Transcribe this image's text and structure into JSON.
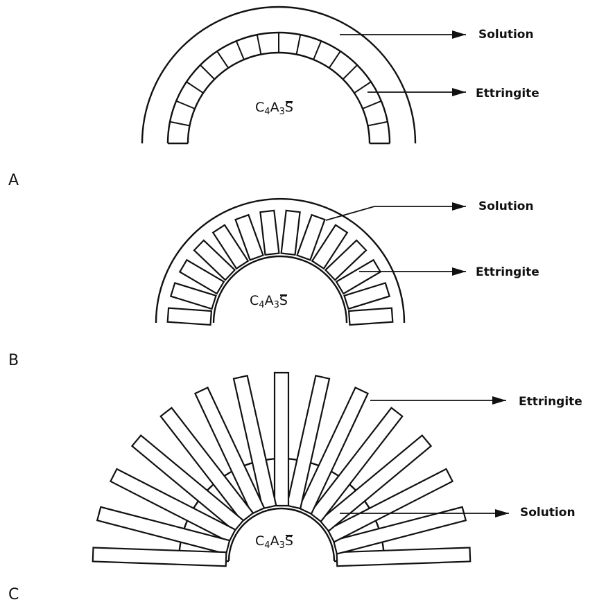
{
  "panels": [
    {
      "letter": "A",
      "core": {
        "c": "C",
        "c_sub": "4",
        "a": "A",
        "a_sub": "3",
        "s": "S"
      },
      "labels": {
        "solution": "Solution",
        "ettringite": "Ettringite"
      }
    },
    {
      "letter": "B",
      "core": {
        "c": "C",
        "c_sub": "4",
        "a": "A",
        "a_sub": "3",
        "s": "S"
      },
      "labels": {
        "solution": "Solution",
        "ettringite": "Ettringite"
      }
    },
    {
      "letter": "C",
      "core": {
        "c": "C",
        "c_sub": "4",
        "a": "A",
        "a_sub": "3",
        "s": "S"
      },
      "labels": {
        "ettringite": "Ettringite",
        "solution": "Solution"
      }
    }
  ],
  "colors": {
    "ink": "#111111",
    "background": "#ffffff"
  }
}
